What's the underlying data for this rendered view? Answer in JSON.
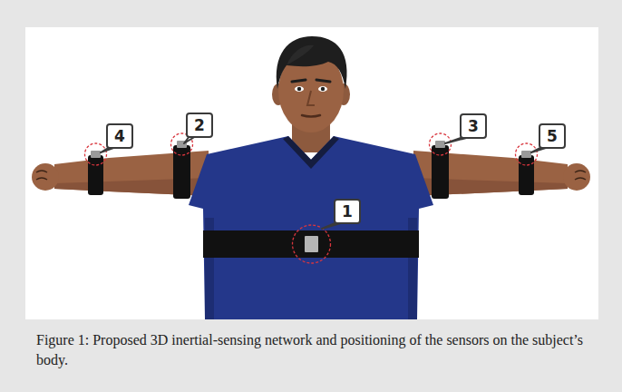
{
  "diagram": {
    "caption": "Figure 1: Proposed 3D inertial-sensing network and positioning of the sensors on the subject’s body.",
    "labels": [
      "4",
      "2",
      "3",
      "5",
      "1"
    ]
  }
}
